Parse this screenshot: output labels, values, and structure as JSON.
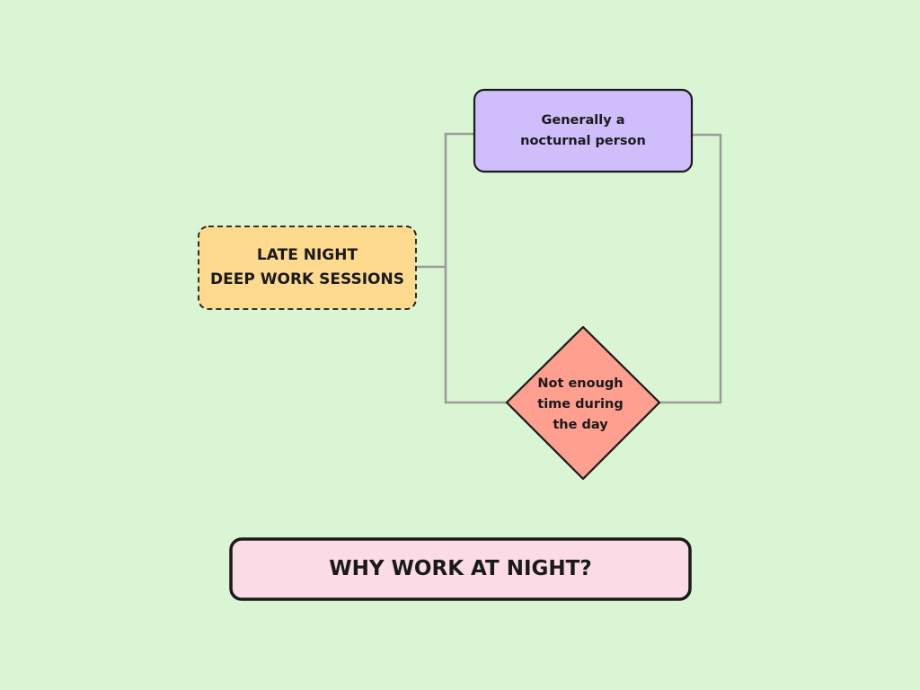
{
  "colors": {
    "background": "#daf5d3",
    "late_night_fill": "#fdda8e",
    "nocturnal_fill": "#cfbdfc",
    "daytime_fill": "#fe9f8f",
    "title_fill": "#fadbe6",
    "connector": "#9b9b9b",
    "outline": "#1a1a1a"
  },
  "diagram": {
    "late_night_node": {
      "line1": "LATE NIGHT",
      "line2": "DEEP WORK SESSIONS"
    },
    "nocturnal_node": {
      "line1": "Generally a",
      "line2": "nocturnal person"
    },
    "daytime_node": {
      "line1": "Not enough",
      "line2": "time during",
      "line3": "the day"
    },
    "title": "WHY WORK AT NIGHT?"
  }
}
